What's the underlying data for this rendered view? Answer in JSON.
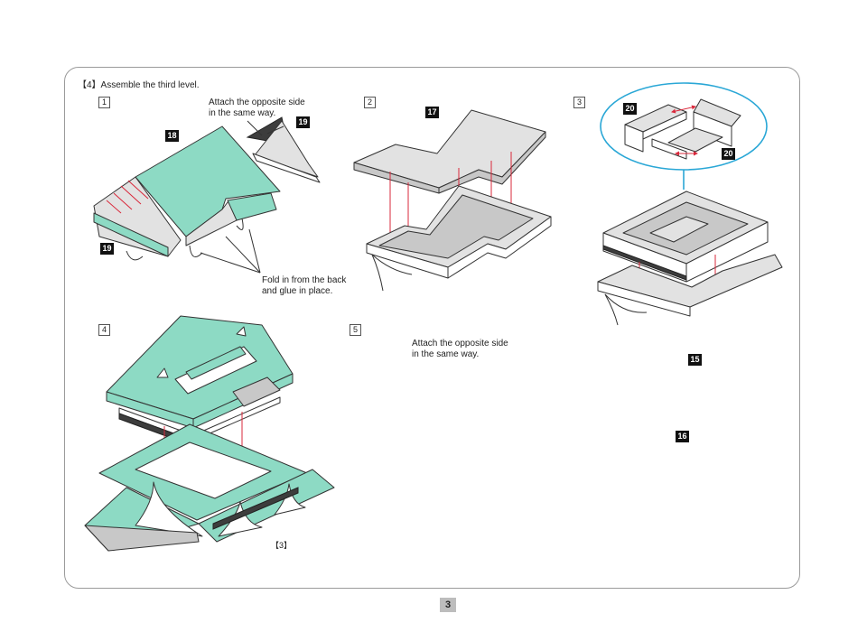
{
  "section_title": "【4】Assemble the third level.",
  "steps": [
    "1",
    "2",
    "3",
    "4",
    "5"
  ],
  "notes": {
    "step1_attach": [
      "Attach the opposite side",
      "in the same way."
    ],
    "step1_fold": [
      "Fold in from the back",
      "and glue in place."
    ],
    "step5_attach": [
      "Attach the opposite side",
      "in the same way."
    ]
  },
  "part_labels": {
    "step1_a": "18",
    "step1_b": "19",
    "step1_c": "19",
    "step2_a": "17",
    "step3_a": "20",
    "step3_b": "20",
    "step5_a": "15",
    "step5_b": "16"
  },
  "step4_ref": "【3】",
  "page_number": "3",
  "colors": {
    "roof": "#8ddac4",
    "arrow": "#d9283b",
    "callout": "#2aa7d6"
  }
}
